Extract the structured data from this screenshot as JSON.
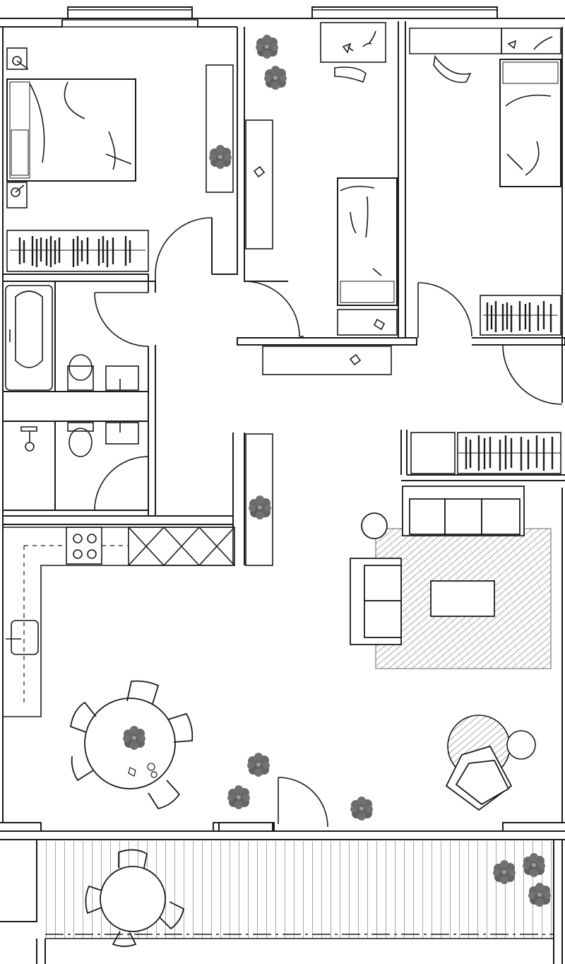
{
  "plan": {
    "colors": {
      "background": "#ffffff",
      "wall": "#1a1a1a",
      "furniture": "#2b2b2b",
      "foliage": "#555555",
      "hatch": "#777777",
      "deck": "#9a9a9a"
    },
    "rooms": [
      "master-bedroom",
      "bedroom-2",
      "bedroom-3",
      "bathroom",
      "toilet-room",
      "hallway",
      "kitchen",
      "dining-area",
      "living-room",
      "balcony"
    ],
    "icons": [
      "plant-icon",
      "chair-icon",
      "lamp-icon",
      "door-swing-icon"
    ]
  }
}
